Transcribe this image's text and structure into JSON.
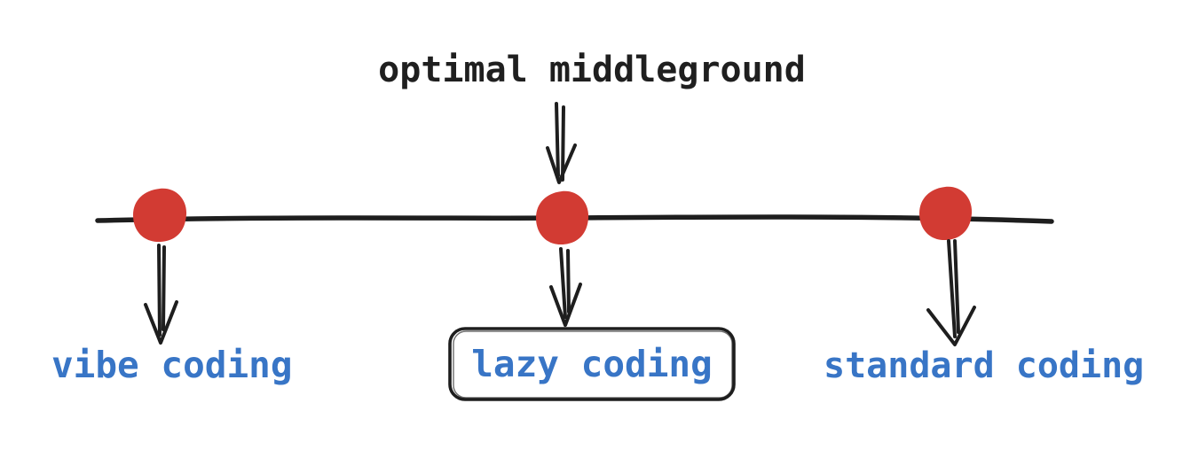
{
  "diagram": {
    "type": "spectrum-line",
    "title": "optimal middleground",
    "title_target": "lazy coding",
    "points": [
      {
        "label": "vibe coding",
        "position": "left",
        "boxed": false
      },
      {
        "label": "lazy coding",
        "position": "center",
        "boxed": true
      },
      {
        "label": "standard coding",
        "position": "right",
        "boxed": false
      }
    ],
    "colors": {
      "ink": "#1e1e1e",
      "dot_red": "#d23b33",
      "label_blue": "#3875c6",
      "background": "#ffffff"
    }
  }
}
